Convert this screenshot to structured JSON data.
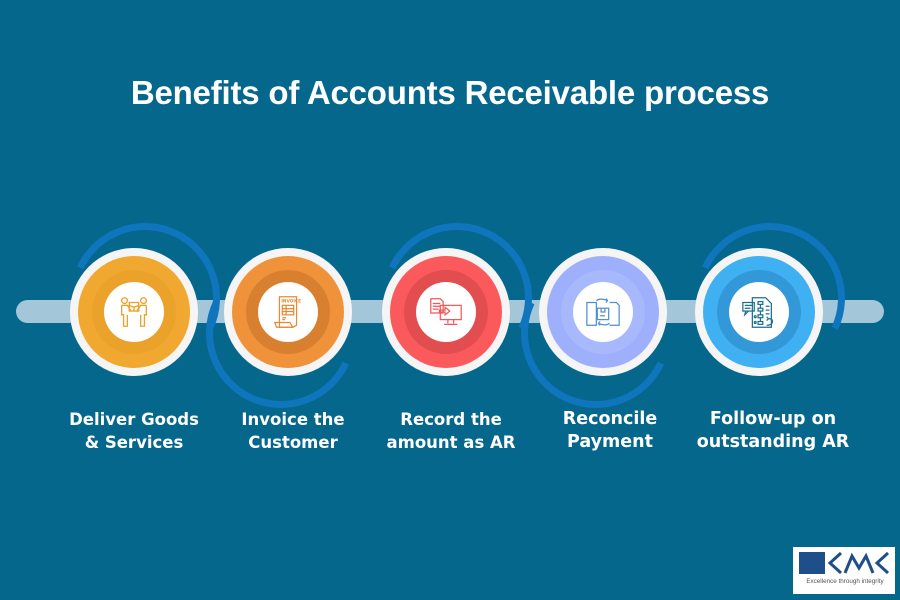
{
  "title": "Benefits of Accounts Receivable process",
  "colors": {
    "background": "#05678c",
    "track": "#a3c6d9",
    "arc": "#0f75bd",
    "ring": "#f5f5f5"
  },
  "steps": [
    {
      "line1": "Deliver Goods",
      "line2": "& Services",
      "icon": "delivery-handover-icon",
      "outer": "#f0a830",
      "inner": "#eba22b",
      "stroke": "#eba22b",
      "arc": "top"
    },
    {
      "line1": "Invoice the",
      "line2": "Customer",
      "icon": "invoice-icon",
      "outer": "#f0923a",
      "inner": "#d98030",
      "stroke": "#e68a35",
      "arc": "bottom"
    },
    {
      "line1": "Record the",
      "line2": "amount as AR",
      "icon": "document-transfer-computer-icon",
      "outer": "#fb5a5c",
      "inner": "#e24d50",
      "stroke": "#f35658",
      "arc": "top"
    },
    {
      "line1": "Reconcile",
      "line2": "Payment",
      "icon": "package-exchange-icon",
      "outer": "#9eb0fb",
      "inner": "#a8b8fc",
      "stroke": "#4f8fd0",
      "arc": "bottom"
    },
    {
      "line1": "Follow-up on",
      "line2": "outstanding AR",
      "icon": "followup-checklist-icon",
      "outer": "#3fb0f2",
      "inner": "#3398d8",
      "stroke": "#1c6f8f",
      "arc": "top"
    }
  ],
  "logo": {
    "brand": "KMK",
    "tagline": "Excellence through integrity"
  }
}
